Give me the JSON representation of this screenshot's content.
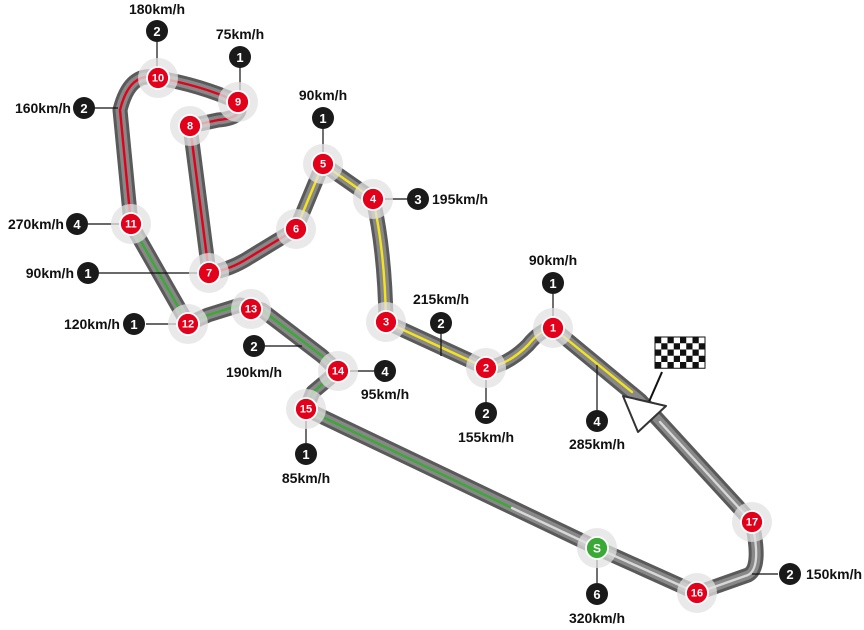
{
  "colors": {
    "track_dark": "#5a5a5a",
    "track_light": "#888888",
    "corner_red": "#e3001b",
    "start_green": "#3aa935",
    "sector_red": "#e3001b",
    "sector_yellow": "#f5e31a",
    "sector_green": "#3aa935",
    "sector_white": "#d8d8d8",
    "gear_black": "#1a1a1a"
  },
  "corners": [
    {
      "label": "1"
    },
    {
      "label": "2"
    },
    {
      "label": "3"
    },
    {
      "label": "4"
    },
    {
      "label": "5"
    },
    {
      "label": "6"
    },
    {
      "label": "7"
    },
    {
      "label": "8"
    },
    {
      "label": "9"
    },
    {
      "label": "10"
    },
    {
      "label": "11"
    },
    {
      "label": "12"
    },
    {
      "label": "13"
    },
    {
      "label": "14"
    },
    {
      "label": "15"
    },
    {
      "label": "16"
    },
    {
      "label": "17"
    },
    {
      "label": "S"
    }
  ],
  "speed_points": [
    {
      "gear": "2",
      "speed": "180km/h"
    },
    {
      "gear": "1",
      "speed": "75km/h"
    },
    {
      "gear": "2",
      "speed": "160km/h"
    },
    {
      "gear": "1",
      "speed": "90km/h"
    },
    {
      "gear": "3",
      "speed": "195km/h"
    },
    {
      "gear": "4",
      "speed": "270km/h"
    },
    {
      "gear": "1",
      "speed": "90km/h"
    },
    {
      "gear": "2",
      "speed": "215km/h"
    },
    {
      "gear": "1",
      "speed": "90km/h"
    },
    {
      "gear": "1",
      "speed": "120km/h"
    },
    {
      "gear": "2",
      "speed": "190km/h"
    },
    {
      "gear": "4",
      "speed": "95km/h"
    },
    {
      "gear": "2",
      "speed": "155km/h"
    },
    {
      "gear": "4",
      "speed": "285km/h"
    },
    {
      "gear": "1",
      "speed": "85km/h"
    },
    {
      "gear": "2",
      "speed": "150km/h"
    },
    {
      "gear": "6",
      "speed": "320km/h"
    }
  ],
  "icons": {
    "finish": "checkered-flag-icon",
    "direction": "direction-arrow-icon"
  }
}
